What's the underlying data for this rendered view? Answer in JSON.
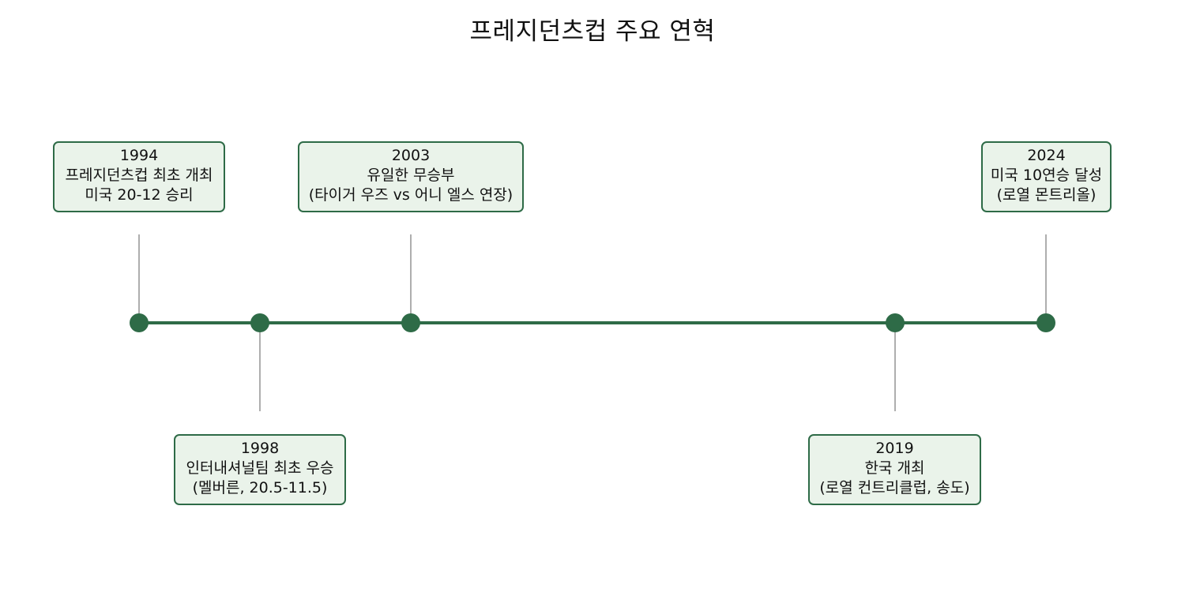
{
  "title": "프레지던츠컵 주요 연혁",
  "colors": {
    "line": "#2e6b47",
    "marker": "#2e6b47",
    "connector": "#999999",
    "box_fill": "#eaf3ea",
    "box_border": "#2e6b47"
  },
  "events": [
    {
      "year": "1994",
      "line1": "프레지던츠컵 최초 개최",
      "line2": "미국 20-12 승리"
    },
    {
      "year": "1998",
      "line1": "인터내셔널팀 최초 우승",
      "line2": "(멜버른, 20.5-11.5)"
    },
    {
      "year": "2003",
      "line1": "유일한 무승부",
      "line2": "(타이거 우즈 vs 어니 엘스 연장)"
    },
    {
      "year": "2019",
      "line1": "한국 개최",
      "line2": "(로열 컨트리클럽, 송도)"
    },
    {
      "year": "2024",
      "line1": "미국 10연승 달성",
      "line2": "(로열 몬트리올)"
    }
  ]
}
